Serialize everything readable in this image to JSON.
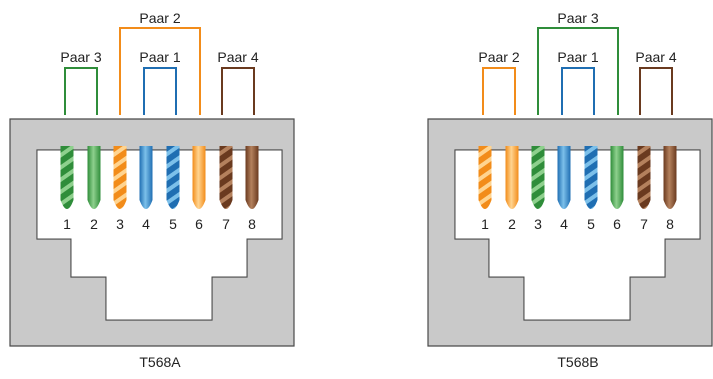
{
  "colors": {
    "green": "#2f8d3a",
    "green_light": "#8ed08d",
    "orange": "#f28c1a",
    "orange_light": "#ffd490",
    "blue": "#1f6eb2",
    "blue_light": "#7cc0ea",
    "brown": "#6a3a1f",
    "brown_light": "#b4815d",
    "housing": "#c9c9c9",
    "outline": "#4a4a4a"
  },
  "connectors": [
    {
      "name": "T568A",
      "pairs": [
        {
          "label": "Paar 2",
          "color": "orange"
        },
        {
          "label": "Paar 3",
          "color": "green"
        },
        {
          "label": "Paar 1",
          "color": "blue"
        },
        {
          "label": "Paar 4",
          "color": "brown"
        }
      ],
      "pins": [
        {
          "number": "1",
          "color": "green",
          "striped": true
        },
        {
          "number": "2",
          "color": "green",
          "striped": false
        },
        {
          "number": "3",
          "color": "orange",
          "striped": true
        },
        {
          "number": "4",
          "color": "blue",
          "striped": false
        },
        {
          "number": "5",
          "color": "blue",
          "striped": true
        },
        {
          "number": "6",
          "color": "orange",
          "striped": false
        },
        {
          "number": "7",
          "color": "brown",
          "striped": true
        },
        {
          "number": "8",
          "color": "brown",
          "striped": false
        }
      ]
    },
    {
      "name": "T568B",
      "pairs": [
        {
          "label": "Paar 3",
          "color": "green"
        },
        {
          "label": "Paar 2",
          "color": "orange"
        },
        {
          "label": "Paar 1",
          "color": "blue"
        },
        {
          "label": "Paar 4",
          "color": "brown"
        }
      ],
      "pins": [
        {
          "number": "1",
          "color": "orange",
          "striped": true
        },
        {
          "number": "2",
          "color": "orange",
          "striped": false
        },
        {
          "number": "3",
          "color": "green",
          "striped": true
        },
        {
          "number": "4",
          "color": "blue",
          "striped": false
        },
        {
          "number": "5",
          "color": "blue",
          "striped": true
        },
        {
          "number": "6",
          "color": "green",
          "striped": false
        },
        {
          "number": "7",
          "color": "brown",
          "striped": true
        },
        {
          "number": "8",
          "color": "brown",
          "striped": false
        }
      ]
    }
  ]
}
